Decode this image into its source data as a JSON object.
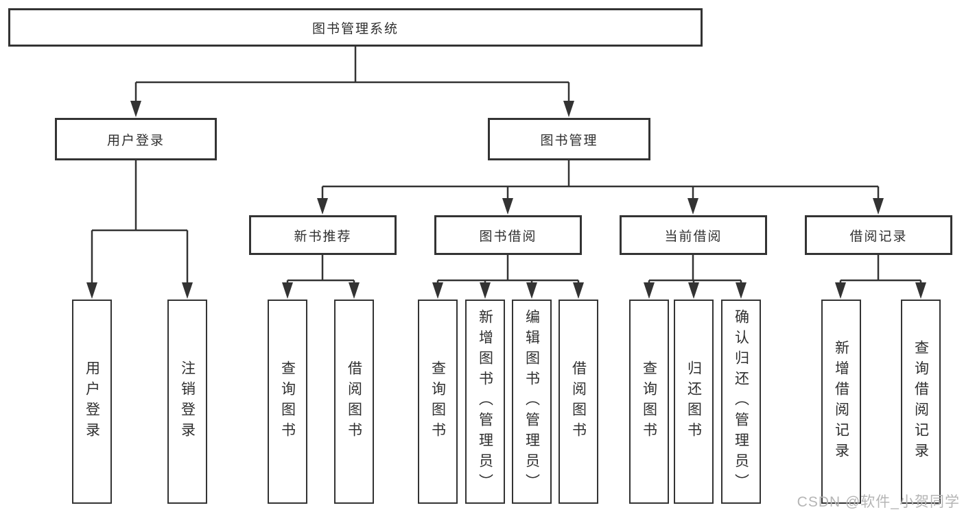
{
  "diagram_type": "hierarchy-tree",
  "tree": {
    "label": "图书管理系统",
    "children": [
      {
        "label": "用户登录",
        "children": [
          {
            "label": "用户登录"
          },
          {
            "label": "注销登录"
          }
        ]
      },
      {
        "label": "图书管理",
        "children": [
          {
            "label": "新书推荐",
            "children": [
              {
                "label": "查询图书"
              },
              {
                "label": "借阅图书"
              }
            ]
          },
          {
            "label": "图书借阅",
            "children": [
              {
                "label": "查询图书"
              },
              {
                "label": "新增图书（管理员）"
              },
              {
                "label": "编辑图书（管理员）"
              },
              {
                "label": "借阅图书"
              }
            ]
          },
          {
            "label": "当前借阅",
            "children": [
              {
                "label": "查询图书"
              },
              {
                "label": "归还图书"
              },
              {
                "label": "确认归还（管理员）"
              }
            ]
          },
          {
            "label": "借阅记录",
            "children": [
              {
                "label": "新增借阅记录"
              },
              {
                "label": "查询借阅记录"
              }
            ]
          }
        ]
      }
    ]
  },
  "watermark": {
    "text": "CSDN @软件_小贺同学"
  },
  "colors": {
    "background": "#ffffff",
    "line": "#333333",
    "box_border": "#333333",
    "box_fill": "#ffffff",
    "text": "#2f2f2f",
    "watermark": "#b5b5b5"
  }
}
